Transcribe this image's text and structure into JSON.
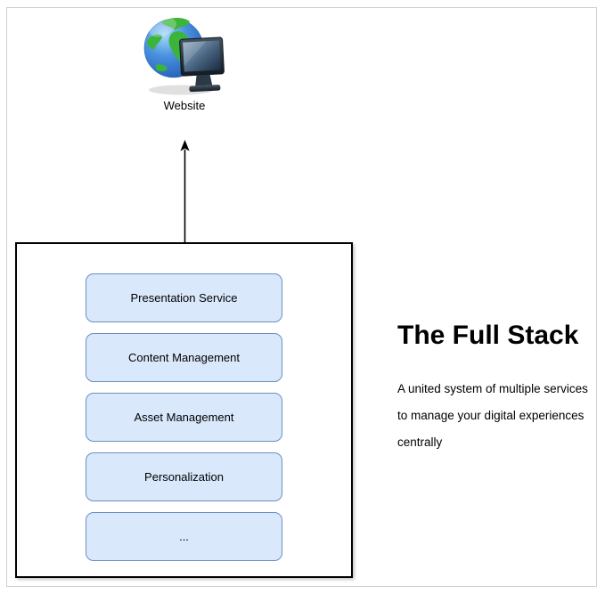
{
  "diagram": {
    "website": {
      "label": "Website",
      "icon": "globe-monitor-icon"
    },
    "stack": {
      "boxes": [
        {
          "label": "Presentation Service"
        },
        {
          "label": "Content Management"
        },
        {
          "label": "Asset Management"
        },
        {
          "label": "Personalization"
        },
        {
          "label": "..."
        }
      ]
    },
    "description": {
      "title": "The Full Stack",
      "lines": [
        "A united system of multiple services",
        "to manage your digital experiences",
        "centrally"
      ]
    },
    "colors": {
      "box_fill": "#dae8fc",
      "box_border": "#6c8ebf",
      "outer_box_border": "#000000",
      "page_frame_border": "#cfcfcf",
      "arrow": "#000000",
      "globe_ocean": "#3a7bd0",
      "globe_land": "#3cb43c",
      "monitor_frame": "#1c2833"
    }
  }
}
